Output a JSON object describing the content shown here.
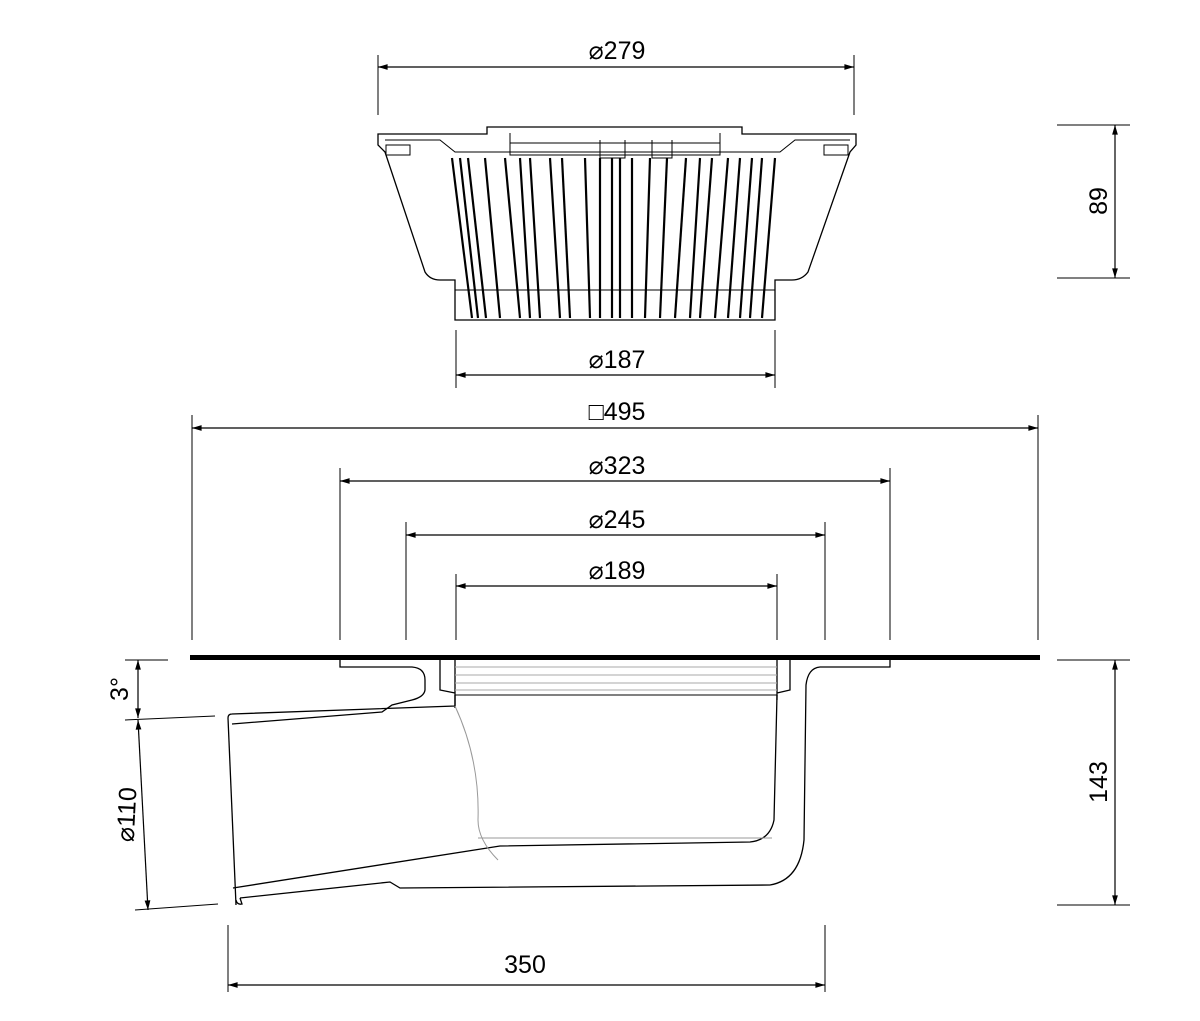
{
  "dimensions": {
    "top_grate_diameter": "⌀279",
    "top_height": "89",
    "top_bottom_diameter": "⌀187",
    "plate_square": "□495",
    "flange_outer_diameter": "⌀323",
    "flange_mid_diameter": "⌀245",
    "inner_diameter": "⌀189",
    "slope_angle": "3°",
    "outlet_diameter": "⌀110",
    "body_height": "143",
    "body_length": "350"
  }
}
